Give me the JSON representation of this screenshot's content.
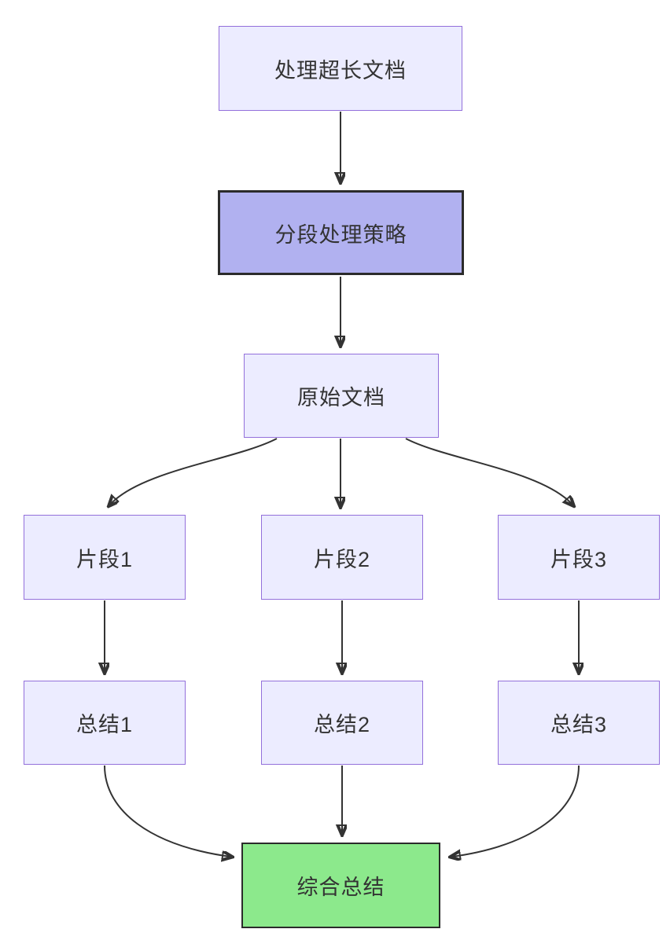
{
  "diagram": {
    "type": "flowchart",
    "direction": "top-down",
    "nodes": [
      {
        "id": "doc",
        "label": "处理超长文档",
        "style": "default"
      },
      {
        "id": "strategy",
        "label": "分段处理策略",
        "style": "highlight"
      },
      {
        "id": "original",
        "label": "原始文档",
        "style": "default"
      },
      {
        "id": "frag1",
        "label": "片段1",
        "style": "default"
      },
      {
        "id": "frag2",
        "label": "片段2",
        "style": "default"
      },
      {
        "id": "frag3",
        "label": "片段3",
        "style": "default"
      },
      {
        "id": "sum1",
        "label": "总结1",
        "style": "default"
      },
      {
        "id": "sum2",
        "label": "总结2",
        "style": "default"
      },
      {
        "id": "sum3",
        "label": "总结3",
        "style": "default"
      },
      {
        "id": "final",
        "label": "综合总结",
        "style": "result"
      }
    ],
    "edges": [
      {
        "from": "处理超长文档",
        "to": "分段处理策略"
      },
      {
        "from": "分段处理策略",
        "to": "原始文档"
      },
      {
        "from": "原始文档",
        "to": "片段1"
      },
      {
        "from": "原始文档",
        "to": "片段2"
      },
      {
        "from": "原始文档",
        "to": "片段3"
      },
      {
        "from": "片段1",
        "to": "总结1"
      },
      {
        "from": "片段2",
        "to": "总结2"
      },
      {
        "from": "片段3",
        "to": "总结3"
      },
      {
        "from": "总结1",
        "to": "综合总结"
      },
      {
        "from": "总结2",
        "to": "综合总结"
      },
      {
        "from": "总结3",
        "to": "综合总结"
      }
    ],
    "colors": {
      "default_fill": "#ECECFF",
      "default_border": "#9370DB",
      "highlight_fill": "#B1B1F0",
      "highlight_border": "#2B2B2B",
      "result_fill": "#8CE98C",
      "result_border": "#2B2B2B",
      "edge_color": "#333333",
      "text_color": "#333333",
      "background": "#FFFFFF"
    }
  }
}
